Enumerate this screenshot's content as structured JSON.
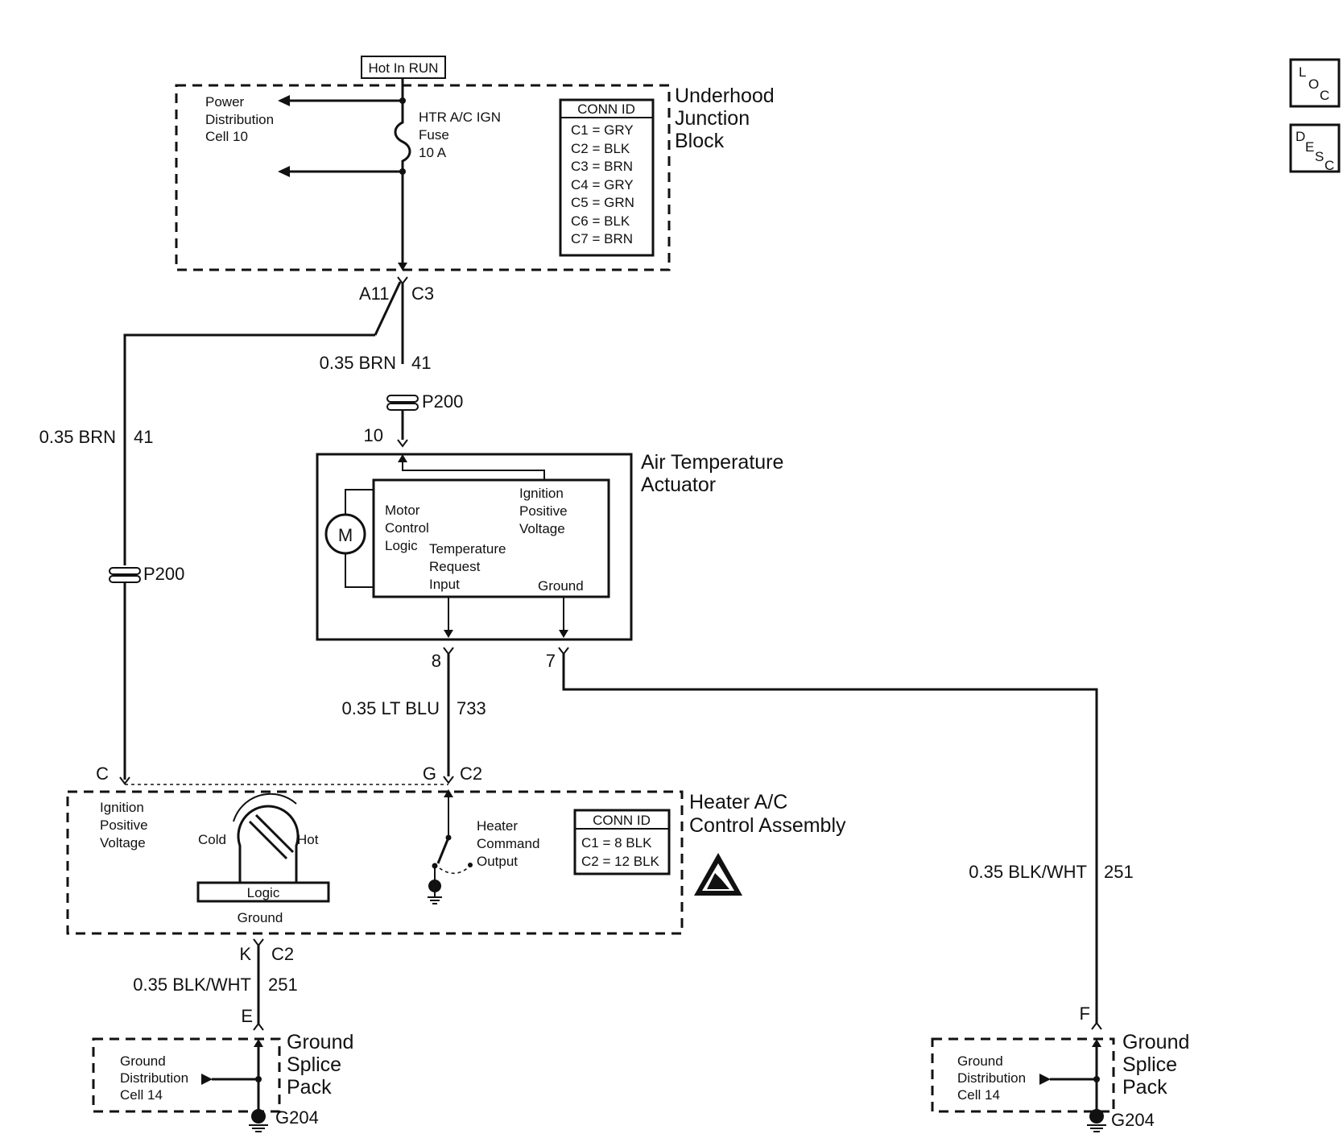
{
  "power_source": "Hot In RUN",
  "underhood": {
    "title_lines": [
      "Underhood",
      "Junction",
      "Block"
    ],
    "power_dist_lines": [
      "Power",
      "Distribution",
      "Cell 10"
    ],
    "fuse_lines": [
      "HTR A/C IGN",
      "Fuse",
      "10 A"
    ],
    "conn_title": "CONN ID",
    "conn_rows": [
      "C1 = GRY",
      "C2 = BLK",
      "C3 = BRN",
      "C4 = GRY",
      "C5 = GRN",
      "C6 = BLK",
      "C7 = BRN"
    ],
    "pin_left": "A11",
    "pin_right": "C3"
  },
  "wire_center_top": {
    "size_color": "0.35 BRN",
    "circuit": "41"
  },
  "wire_left": {
    "size_color": "0.35 BRN",
    "circuit": "41"
  },
  "splice_center": "P200",
  "splice_left": "P200",
  "actuator": {
    "pin_top": "10",
    "title_lines": [
      "Air Temperature",
      "Actuator"
    ],
    "motor_symbol": "M",
    "motor_logic_lines": [
      "Motor",
      "Control",
      "Logic"
    ],
    "ign_lines": [
      "Ignition",
      "Positive",
      "Voltage"
    ],
    "temp_lines": [
      "Temperature",
      "Request",
      "Input"
    ],
    "ground_label": "Ground",
    "pin_8": "8",
    "pin_7": "7"
  },
  "wire_733": {
    "size_color": "0.35 LT BLU",
    "circuit": "733"
  },
  "wire_251_right": {
    "size_color": "0.35 BLK/WHT",
    "circuit": "251"
  },
  "wire_251_left": {
    "size_color": "0.35 BLK/WHT",
    "circuit": "251"
  },
  "control": {
    "title_lines": [
      "Heater A/C",
      "Control Assembly"
    ],
    "pin_c": "C",
    "pin_g": "G",
    "pin_g_conn": "C2",
    "ign_lines": [
      "Ignition",
      "Positive",
      "Voltage"
    ],
    "cold": "Cold",
    "hot": "Hot",
    "logic": "Logic",
    "ground": "Ground",
    "heater_cmd_lines": [
      "Heater",
      "Command",
      "Output"
    ],
    "conn_title": "CONN ID",
    "conn_rows": [
      "C1 = 8 BLK",
      "C2 = 12 BLK"
    ],
    "pin_k": "K",
    "pin_k_conn": "C2"
  },
  "ground_left": {
    "pin": "E",
    "title_lines": [
      "Ground",
      "Splice",
      "Pack"
    ],
    "dist_lines": [
      "Ground",
      "Distribution",
      "Cell 14"
    ],
    "ground_id": "G204"
  },
  "ground_right": {
    "pin": "F",
    "title_lines": [
      "Ground",
      "Splice",
      "Pack"
    ],
    "dist_lines": [
      "Ground",
      "Distribution",
      "Cell 14"
    ],
    "ground_id": "G204"
  },
  "side_icons": [
    {
      "name": "loc",
      "chars": [
        "L",
        "O",
        "C"
      ]
    },
    {
      "name": "desc",
      "chars": [
        "D",
        "E",
        "S",
        "C"
      ]
    }
  ]
}
